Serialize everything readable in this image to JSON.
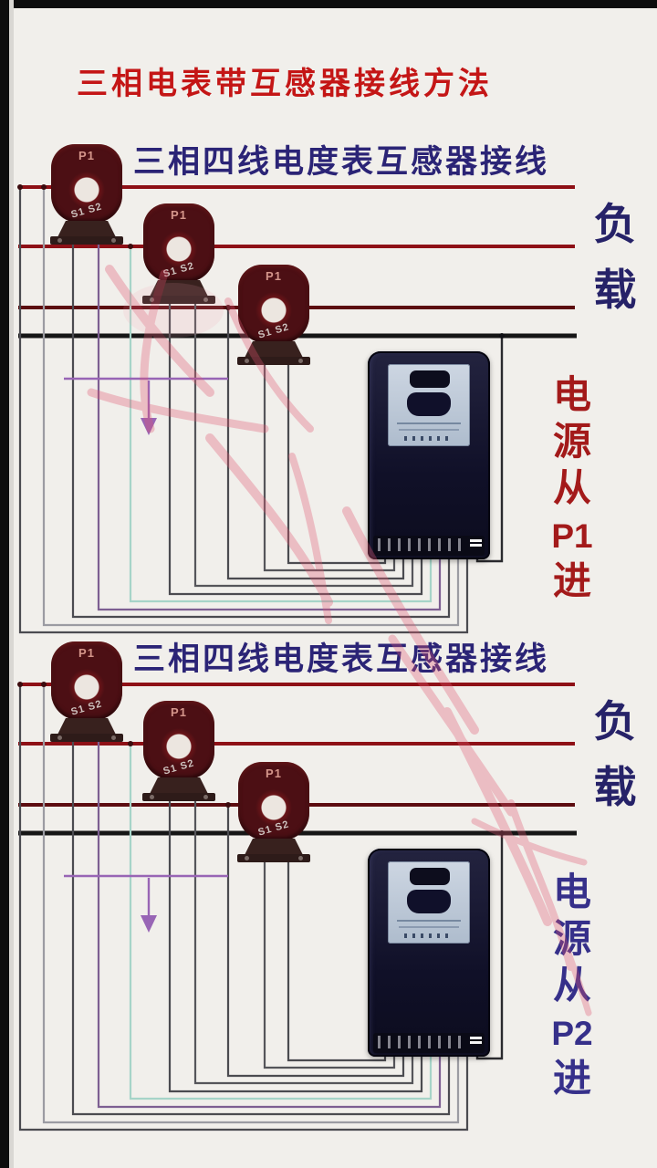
{
  "page": {
    "title": "三相电表带互感器接线方法",
    "title_color": "#c41616",
    "background": "#f1efeb"
  },
  "diagrams": [
    {
      "header": "三相四线电度表互感器接线",
      "load_label": "负载",
      "load_chars": [
        "负",
        "载"
      ],
      "source_label": "电源从P1进",
      "source_chars": [
        "电",
        "源",
        "从",
        "P1",
        "进"
      ],
      "source_color": "#a31a1a",
      "cts": [
        {
          "top_label": "P1",
          "bottom_label": "S1 S2"
        },
        {
          "top_label": "P1",
          "bottom_label": "S1 S2"
        },
        {
          "top_label": "P1",
          "bottom_label": "S1 S2"
        }
      ]
    },
    {
      "header": "三相四线电度表互感器接线",
      "load_label": "负载",
      "load_chars": [
        "负",
        "载"
      ],
      "source_label": "电源从P2进",
      "source_chars": [
        "电",
        "源",
        "从",
        "P2",
        "进"
      ],
      "source_color": "#36308a",
      "cts": [
        {
          "top_label": "P1",
          "bottom_label": "S1 S2"
        },
        {
          "top_label": "P1",
          "bottom_label": "S1 S2"
        },
        {
          "top_label": "P1",
          "bottom_label": "S1 S2"
        }
      ]
    }
  ],
  "colors": {
    "header_text": "#2b2476",
    "load_text": "#262268",
    "phase_line_red": "#8e1016",
    "phase_line_dark": "#5c0c10",
    "neutral_line": "#161616",
    "ct_body": "#4c0f14",
    "secondary_wire_grey": "#4b4b50",
    "secondary_wire_teal": "#a6d4c8",
    "secondary_wire_purple": "#7d5f92",
    "common_arrow_purple": "#9865b5",
    "meter_body": "#14142e",
    "watermark_pink": "#e05570"
  }
}
